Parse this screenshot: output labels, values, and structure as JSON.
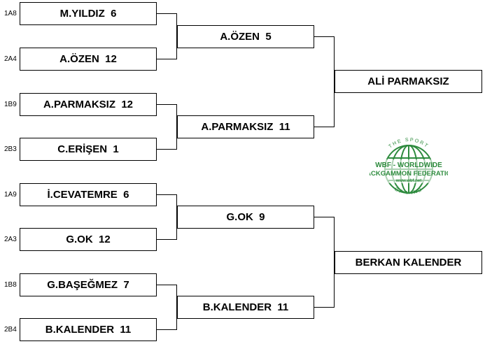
{
  "bracket": {
    "round1": [
      {
        "seed": "1A8",
        "name": "M.YILDIZ  6"
      },
      {
        "seed": "2A4",
        "name": "A.ÖZEN  12"
      },
      {
        "seed": "1B9",
        "name": "A.PARMAKSIZ  12"
      },
      {
        "seed": "2B3",
        "name": "C.ERİŞEN  1"
      },
      {
        "seed": "1A9",
        "name": "İ.CEVATEMRE  6"
      },
      {
        "seed": "2A3",
        "name": "G.OK  12"
      },
      {
        "seed": "1B8",
        "name": "G.BAŞEĞMEZ  7"
      },
      {
        "seed": "2B4",
        "name": "B.KALENDER  11"
      }
    ],
    "round2": [
      {
        "name": "A.ÖZEN  5"
      },
      {
        "name": "A.PARMAKSIZ  11"
      },
      {
        "name": "G.OK  9"
      },
      {
        "name": "B.KALENDER  11"
      }
    ],
    "round3": [
      {
        "name": "ALİ PARMAKSIZ"
      },
      {
        "name": "BERKAN KALENDER"
      }
    ]
  },
  "logo": {
    "top_arc": "THE SPORT",
    "line1": "WBF - WORLDWIDE",
    "line2": "BACKGAMMON FEDERATION",
    "url": "www.wbf.net",
    "bottom_arc": "OF MIND",
    "color": "#2e8b3e"
  }
}
